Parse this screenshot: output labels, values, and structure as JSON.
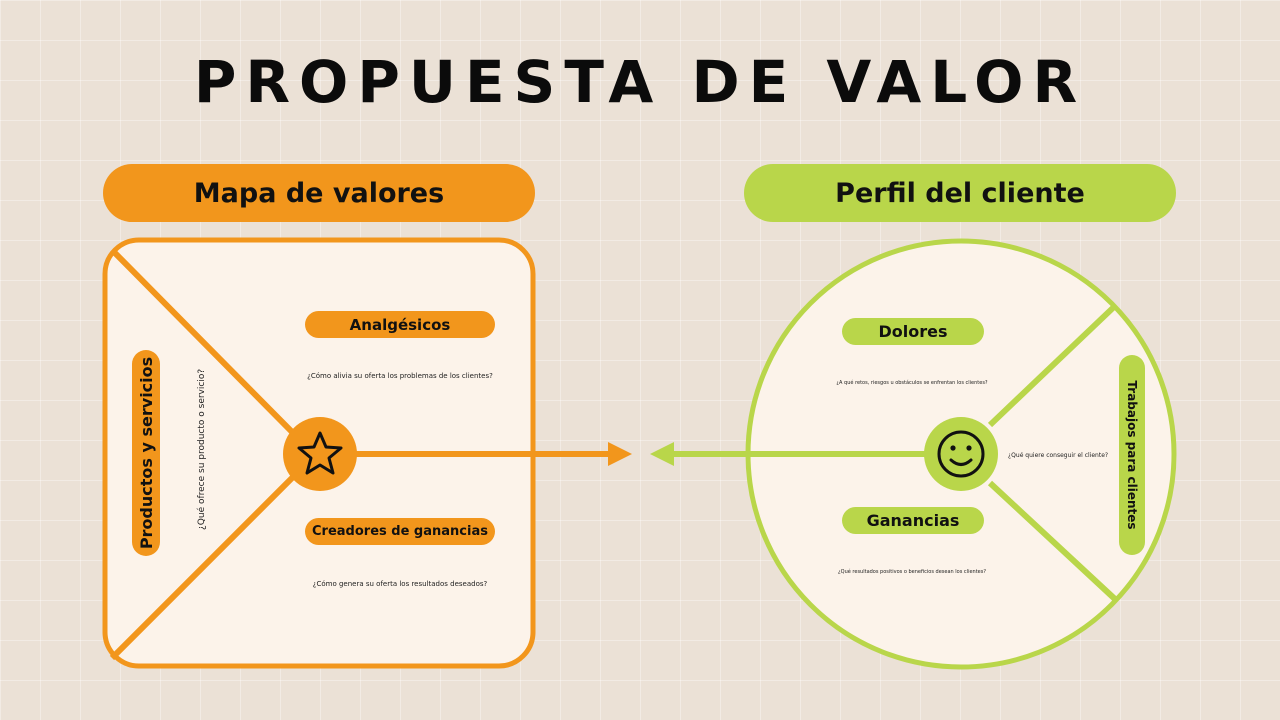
{
  "title": "PROPUESTA DE VALOR",
  "left": {
    "header": "Mapa de valores",
    "analgesicos": "Analgésicos",
    "analgesicos_question": "¿Cómo alivia su oferta los problemas de los clientes?",
    "creadores": "Creadores de ganancias",
    "creadores_question": "¿Cómo genera su oferta los resultados deseados?",
    "productos": "Productos y servicios",
    "productos_question": "¿Qué ofrece su producto o servicio?",
    "icon": "star-icon"
  },
  "right": {
    "header": "Perfil del cliente",
    "dolores": "Dolores",
    "dolores_question": "¿A qué retos, riesgos u obstáculos se enfrentan los clientes?",
    "ganancias": "Ganancias",
    "ganancias_question": "¿Qué resultados positivos o beneficios desean los clientes?",
    "trabajos": "Trabajos para clientes",
    "trabajos_question": "¿Qué quiere conseguir el cliente?",
    "icon": "smiley-icon"
  },
  "colors": {
    "orange": "#f2961c",
    "green": "#b9d64a",
    "panel": "#fcf3ea",
    "background": "#ebe1d6"
  }
}
